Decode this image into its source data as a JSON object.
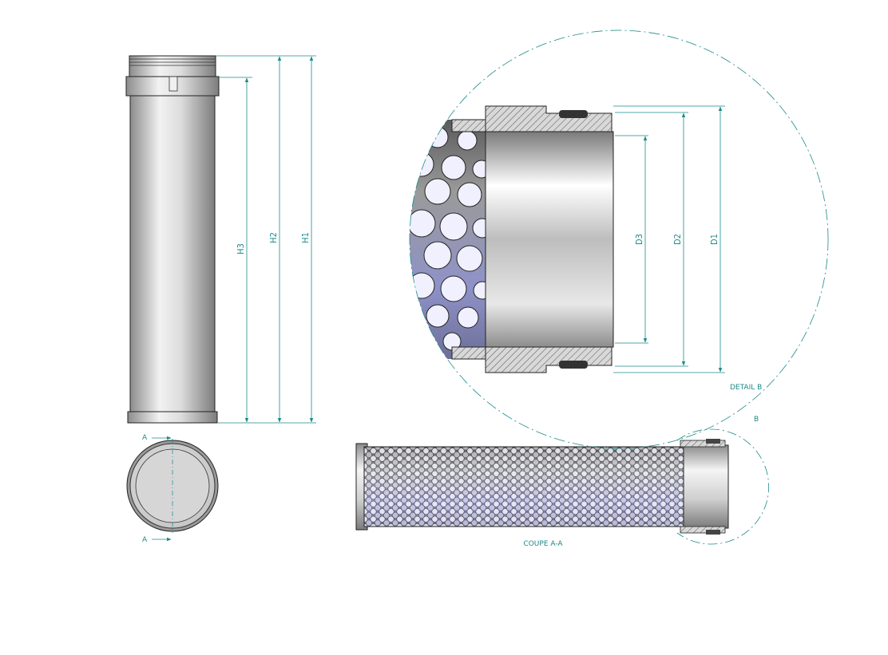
{
  "colors": {
    "dimension": "#1b8a8a",
    "outline": "#222222",
    "body_light": "#eeeeee",
    "body_dark": "#9a9a9a",
    "mesh_tint": "#b8bcf0",
    "hatch": "#555555"
  },
  "dimensions": {
    "h1": "H1",
    "h2": "H2",
    "h3": "H3",
    "d1": "D1",
    "d2": "D2",
    "d3": "D3"
  },
  "section": {
    "mark": "A",
    "caption": "COUPE A-A"
  },
  "detail": {
    "mark": "B",
    "caption": "DETAIL B"
  }
}
